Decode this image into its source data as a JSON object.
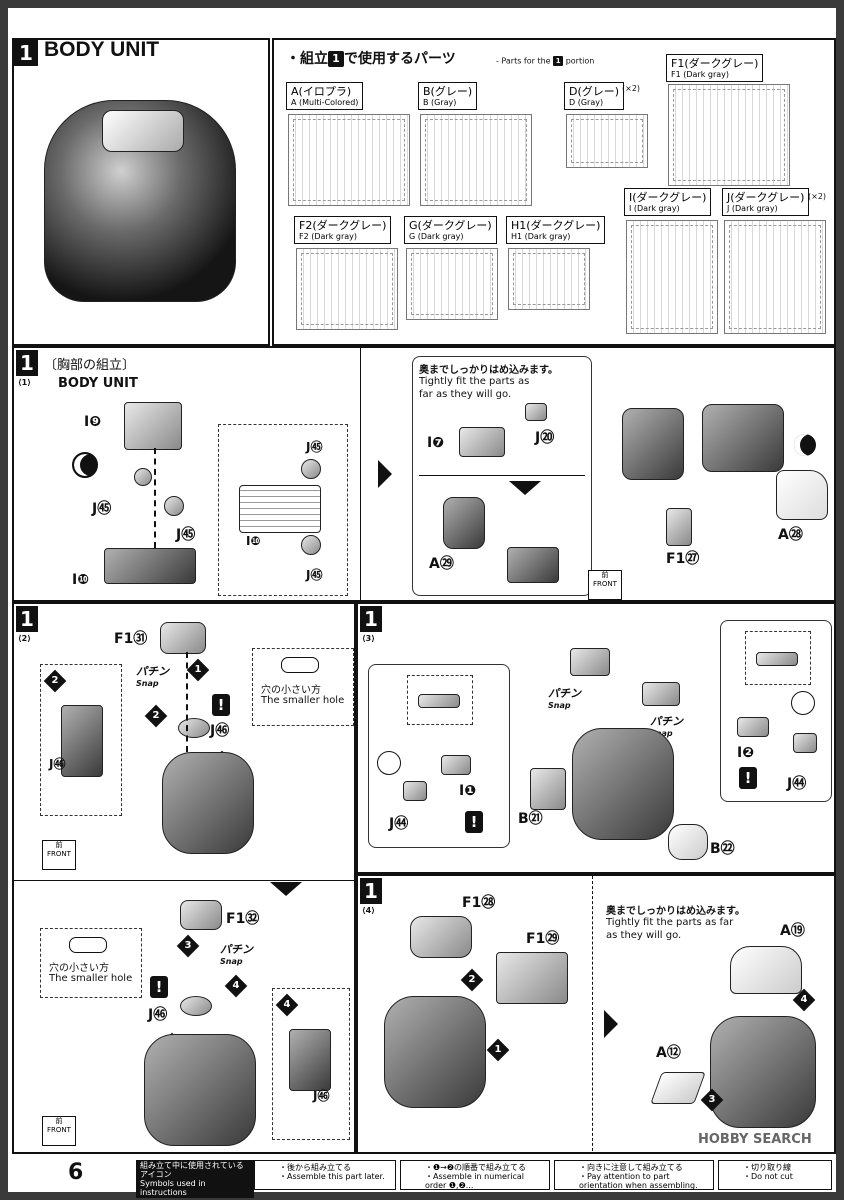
{
  "header": {
    "step_number": "1",
    "title": "BODY UNIT"
  },
  "parts_section": {
    "title_pre": "・組立",
    "title_num": "1",
    "title_post": "で使用するパーツ",
    "subtitle_pre": "- Parts for the",
    "subtitle_num": "1",
    "subtitle_post": "portion",
    "runners": [
      {
        "jp": "A(イロプラ)",
        "en": "A (Multi-Colored)",
        "qty": ""
      },
      {
        "jp": "B(グレー)",
        "en": "B (Gray)",
        "qty": ""
      },
      {
        "jp": "D(グレー)",
        "en": "D (Gray)",
        "qty": "(×2)"
      },
      {
        "jp": "F1(ダークグレー)",
        "en": "F1 (Dark gray)",
        "qty": ""
      },
      {
        "jp": "F2(ダークグレー)",
        "en": "F2 (Dark gray)",
        "qty": ""
      },
      {
        "jp": "G(ダークグレー)",
        "en": "G (Dark gray)",
        "qty": ""
      },
      {
        "jp": "H1(ダークグレー)",
        "en": "H1 (Dark gray)",
        "qty": ""
      },
      {
        "jp": "I(ダークグレー)",
        "en": "I (Dark gray)",
        "qty": ""
      },
      {
        "jp": "J(ダークグレー)",
        "en": "J (Dark gray)",
        "qty": "(×2)"
      }
    ]
  },
  "step1": {
    "num": "1",
    "sub": "⟨1⟩",
    "title_jp": "〔胸部の組立〕",
    "title_en": "BODY UNIT",
    "labels": [
      "I❾",
      "J㊺",
      "J㊺",
      "I❿",
      "J㊺",
      "I❿",
      "J㊺"
    ],
    "note_jp": "奥までしっかりはめ込みます。",
    "note_en": "Tightly fit the parts as far as they will go.",
    "right_labels": [
      "I❼",
      "J⑳",
      "A㉙",
      "F1㉗",
      "A㉘"
    ],
    "front": {
      "jp": "前",
      "en": "FRONT"
    }
  },
  "step2": {
    "num": "1",
    "sub": "⟨2⟩",
    "labels": [
      "F1㉛",
      "J㊻",
      "J㊻",
      "F1㉜",
      "J㊻",
      "J㊻"
    ],
    "snap": "Snap",
    "snap_jp": "パチン",
    "hole_jp": "穴の小さい方",
    "hole_en": "The smaller hole",
    "front": {
      "jp": "前",
      "en": "FRONT"
    }
  },
  "step3": {
    "num": "1",
    "sub": "⟨3⟩",
    "labels": [
      "J㊹",
      "I❶",
      "B㉑",
      "B㉒",
      "I❷",
      "J㊹"
    ],
    "snap": "Snap",
    "snap_jp": "パチン"
  },
  "step4": {
    "num": "1",
    "sub": "⟨4⟩",
    "labels": [
      "F1㉘",
      "F1㉙",
      "A⑲",
      "A⑫"
    ],
    "note_jp": "奥までしっかりはめ込みます。",
    "note_en": "Tightly fit the parts as far as they will go."
  },
  "footer": {
    "page": "6",
    "icons_jp": "組み立て中に使用されているアイコン",
    "icons_en": "Symbols used in instructions",
    "legend": [
      {
        "jp": "・後から組み立てる",
        "en": "・Assemble this part later."
      },
      {
        "jp": "・❶→❷の順番で組み立てる",
        "en": "・Assemble in numerical order ❶,❷..."
      },
      {
        "jp": "・向きに注意して組み立てる",
        "en": "・Pay attention to part orientation when assembling."
      },
      {
        "jp": "・切り取り線",
        "en": "・Do not cut"
      }
    ],
    "watermark": "HOBBY SEARCH"
  }
}
